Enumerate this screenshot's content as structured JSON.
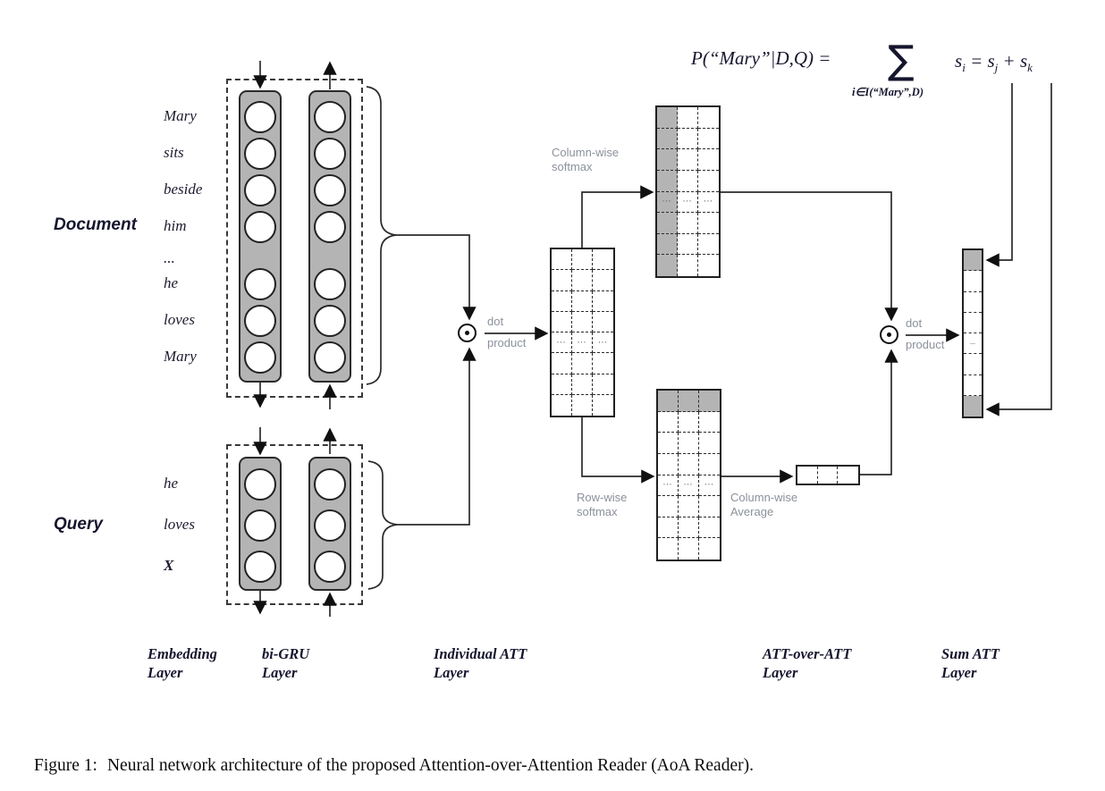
{
  "document": {
    "title": "Document",
    "words": [
      "Mary",
      "sits",
      "beside",
      "him",
      "...",
      "he",
      "loves",
      "Mary"
    ]
  },
  "query": {
    "title": "Query",
    "words": [
      "he",
      "loves",
      "X"
    ]
  },
  "formula": {
    "probability": "P(“Mary”|D,Q) =",
    "sum_symbol": "∑",
    "sum_subscript": "i∈I(“Mary”,D)",
    "score": {
      "b1": "s",
      "sub1": "i",
      "mid": " = ",
      "b2": "s",
      "sub2": "j",
      "plus": " + ",
      "b3": "s",
      "sub3": "k"
    }
  },
  "labels": {
    "column_softmax_1": "Column-wise",
    "column_softmax_2": "softmax",
    "row_softmax_1": "Row-wise",
    "row_softmax_2": "softmax",
    "column_average_1": "Column-wise",
    "column_average_2": "Average",
    "dot1_line1": "dot",
    "dot1_line2": "product",
    "dot2_line1": "dot",
    "dot2_line2": "product"
  },
  "matrices": {
    "individual_att": {
      "rows": 8,
      "cols": 3,
      "ellipsis_row": 4,
      "ellipsis": "...",
      "shaded_cols": [],
      "shaded_rows": [],
      "shaded_cells": []
    },
    "column_softmax": {
      "rows": 8,
      "cols": 3,
      "ellipsis_row": 4,
      "ellipsis": "...",
      "shaded_cols": [
        0
      ],
      "shaded_rows": [],
      "shaded_cells": []
    },
    "row_softmax": {
      "rows": 8,
      "cols": 3,
      "ellipsis_row": 4,
      "ellipsis": "...",
      "shaded_cols": [],
      "shaded_rows": [
        0
      ],
      "shaded_cells": []
    },
    "column_average": {
      "rows": 1,
      "cols": 3,
      "ellipsis_row": -1,
      "ellipsis": "",
      "shaded_cols": [],
      "shaded_rows": [],
      "shaded_cells": []
    },
    "sum_att": {
      "rows": 8,
      "cols": 1,
      "ellipsis_row": 4,
      "ellipsis": "...",
      "shaded_cols": [],
      "shaded_rows": [],
      "shaded_cells": [
        [
          0,
          0
        ],
        [
          7,
          0
        ]
      ]
    }
  },
  "layers": [
    {
      "line1": "Embedding",
      "line2": "Layer"
    },
    {
      "line1": "bi-GRU",
      "line2": "Layer"
    },
    {
      "line1": "Individual ATT",
      "line2": "Layer"
    },
    {
      "line1": "ATT-over-ATT",
      "line2": "Layer"
    },
    {
      "line1": "Sum ATT",
      "line2": "Layer"
    }
  ],
  "caption": {
    "label": "Figure 1:",
    "text": "Neural network architecture of the proposed Attention-over-Attention Reader (AoA Reader)."
  },
  "colors": {
    "shade": "#b4b4b4",
    "line": "#2b2b2b",
    "label_gray": "#8b919b",
    "text": "#15152e"
  }
}
